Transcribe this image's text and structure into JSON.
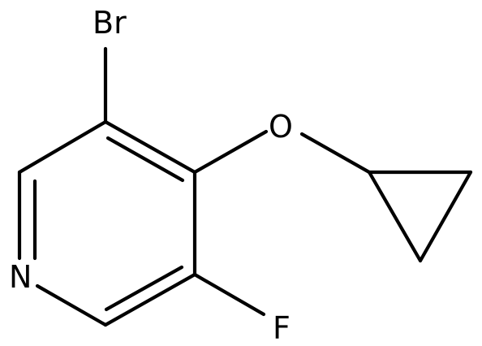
{
  "molecule": {
    "atoms": {
      "br": "Br",
      "o": "O",
      "n": "N",
      "f": "F"
    },
    "colors": {
      "bond": "#000000",
      "background": "#ffffff"
    }
  }
}
